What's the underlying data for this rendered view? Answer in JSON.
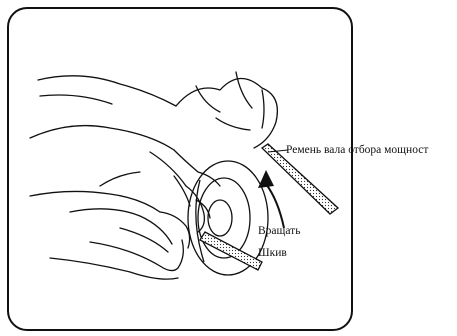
{
  "labels": {
    "belt": "Ремень вала отбора мощност",
    "rotate": "Вращать",
    "pulley": "Шкив"
  },
  "colors": {
    "line": "#111111",
    "background": "#ffffff",
    "hatch": "#333333"
  },
  "icons": {
    "rotation_arrow": "curved-up-arrow-icon"
  }
}
